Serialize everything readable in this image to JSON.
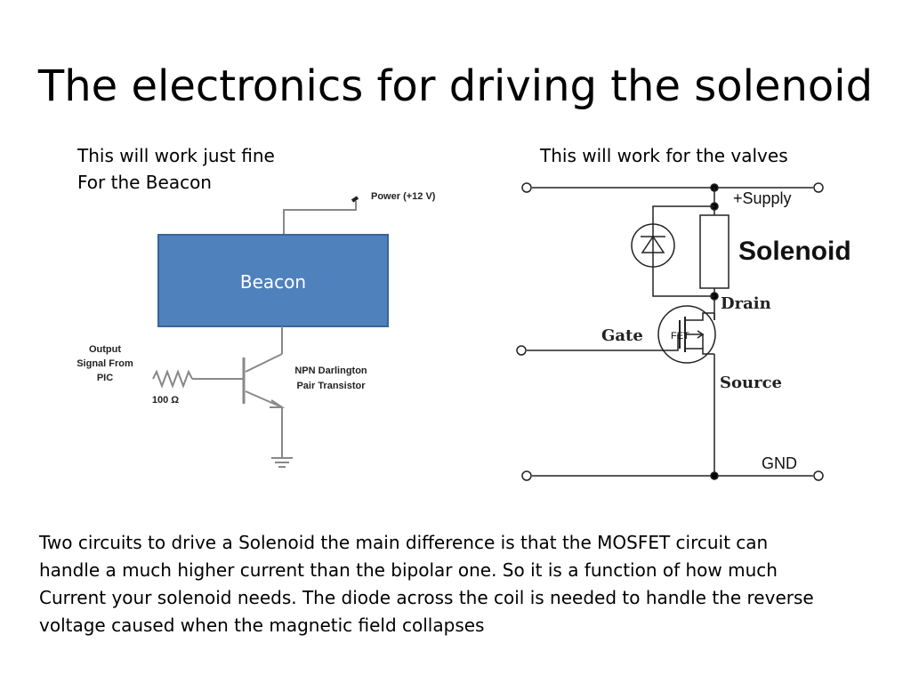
{
  "slide": {
    "title": "The electronics for driving the solenoid",
    "left_caption": [
      "This will work just fine",
      "For the Beacon"
    ],
    "right_caption": "This will work for the valves",
    "body": [
      "Two circuits to drive a Solenoid the main difference is that the MOSFET circuit can",
      "handle a much higher current than the bipolar one. So it is a function of how much",
      "Current your solenoid needs.  The diode across the coil is needed to handle the reverse",
      "voltage caused when the magnetic field collapses"
    ]
  },
  "bipolar_circuit": {
    "power_label": "Power (+12 V)",
    "load_label": "Beacon",
    "input_label": [
      "Output",
      "Signal From",
      "PIC"
    ],
    "resistor_label": "100 Ω",
    "transistor_label": [
      "NPN Darlington",
      "Pair Transistor"
    ],
    "load_color": "#4f81bd"
  },
  "mosfet_circuit": {
    "supply_label": "+Supply",
    "solenoid_label": "Solenoid",
    "drain_label": "Drain",
    "gate_label": "Gate",
    "fet_label": "FET",
    "source_label": "Source",
    "gnd_label": "GND"
  }
}
